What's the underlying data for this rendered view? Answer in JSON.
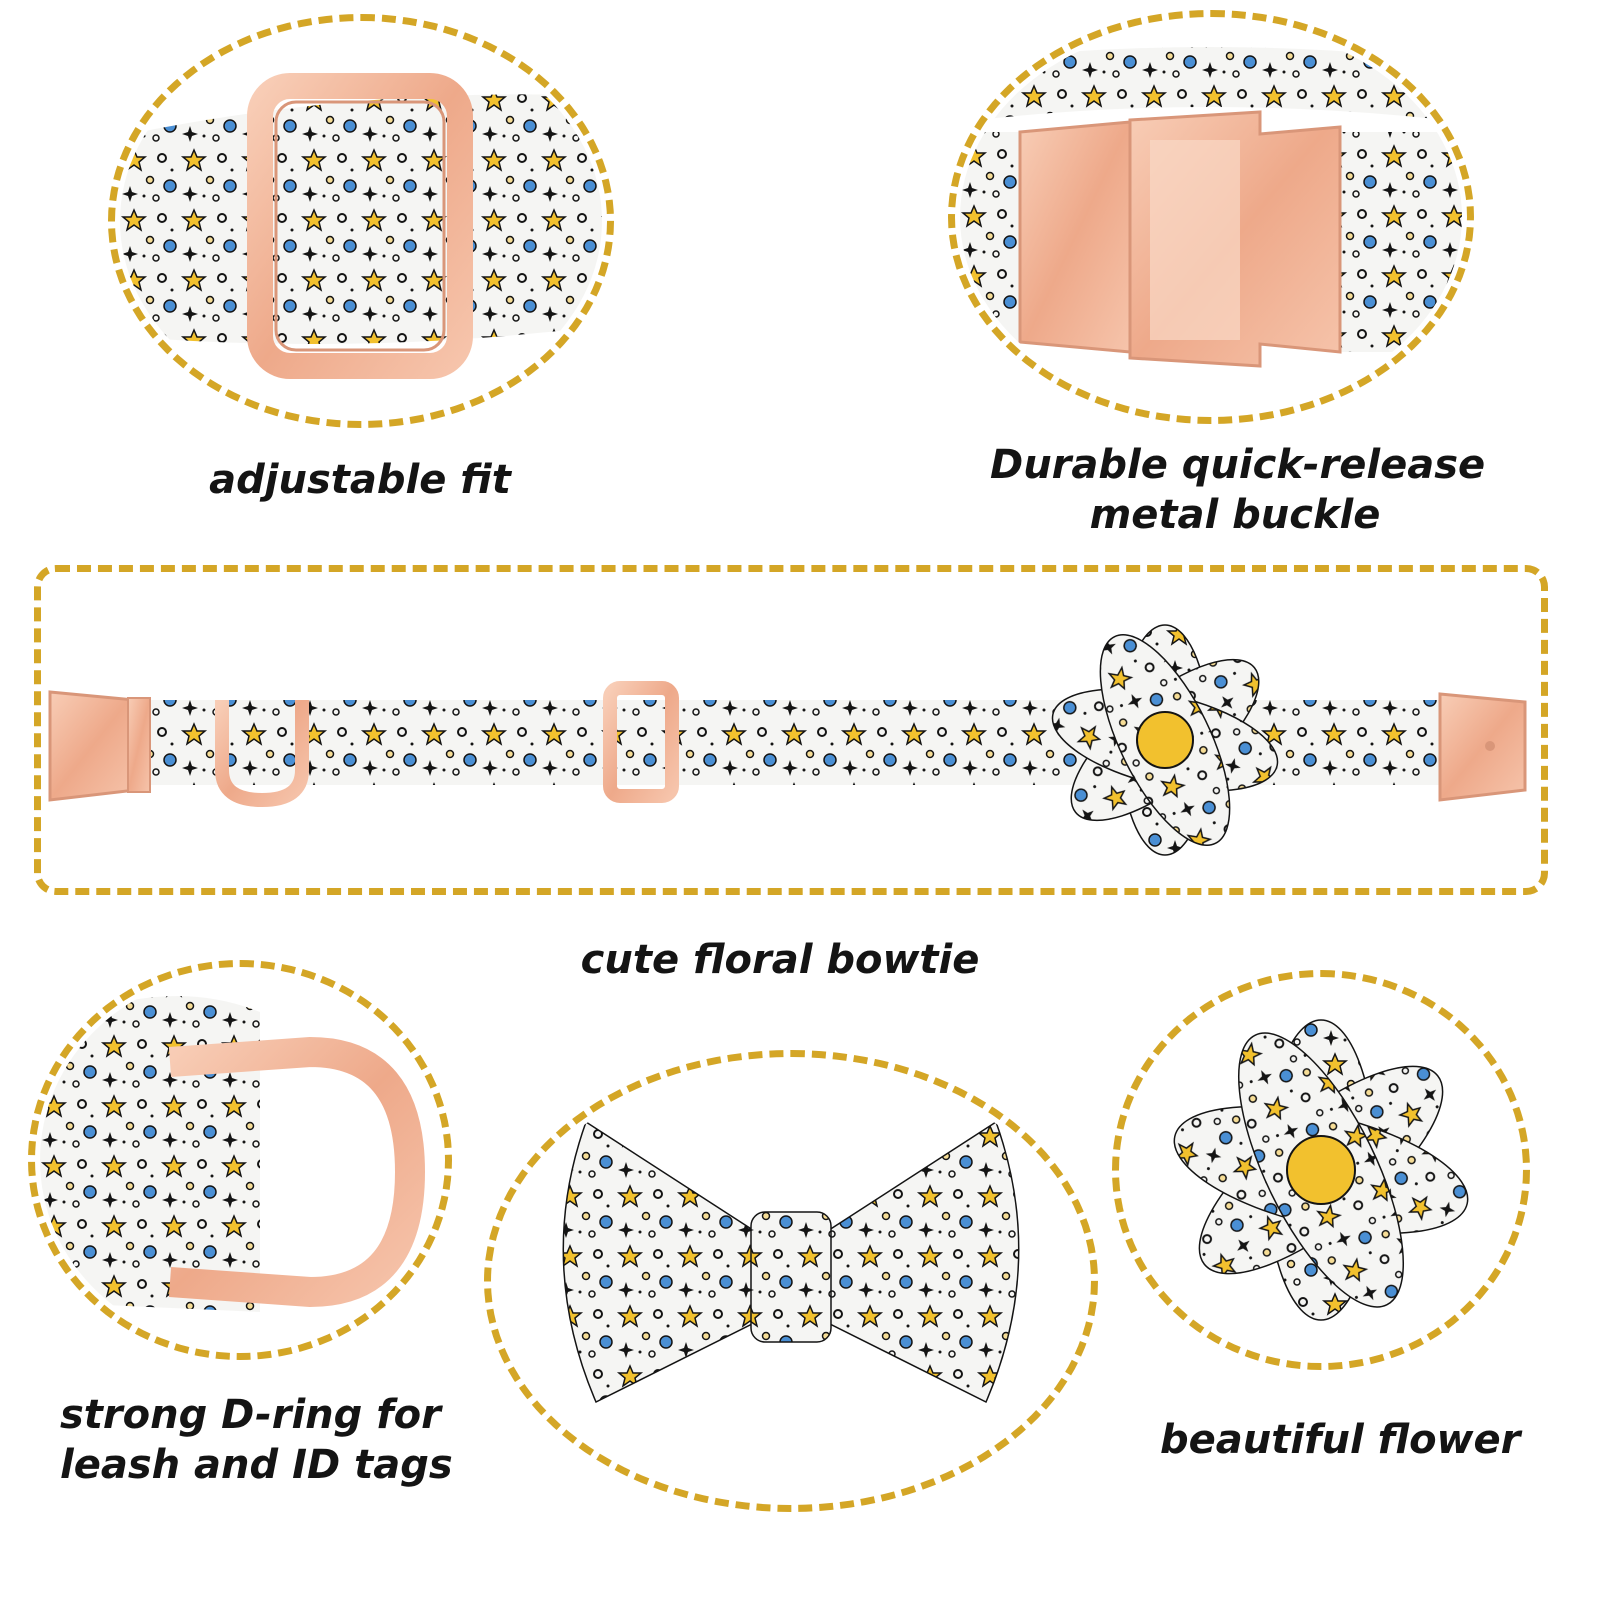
{
  "captions": {
    "adjustable": "adjustable fit",
    "buckle_line1": "Durable quick-release",
    "buckle_line2": "metal buckle",
    "bowtie": "cute floral bowtie",
    "dring_line1": "strong D-ring for",
    "dring_line2": "leash and ID tags",
    "flower": "beautiful flower"
  },
  "colors": {
    "dashed_frame": "#d4a626",
    "hardware": "#f1b79b",
    "fabric_background": "#f5f5f3",
    "star_yellow": "#f2c12e",
    "planet_blue": "#4a8fd4",
    "outline": "#141414"
  },
  "icons": {
    "slider": "rectangle-slider-buckle",
    "buckle": "quick-release-buckle",
    "dring": "d-ring",
    "flower": "fabric-flower",
    "bowtie": "bow-tie"
  }
}
